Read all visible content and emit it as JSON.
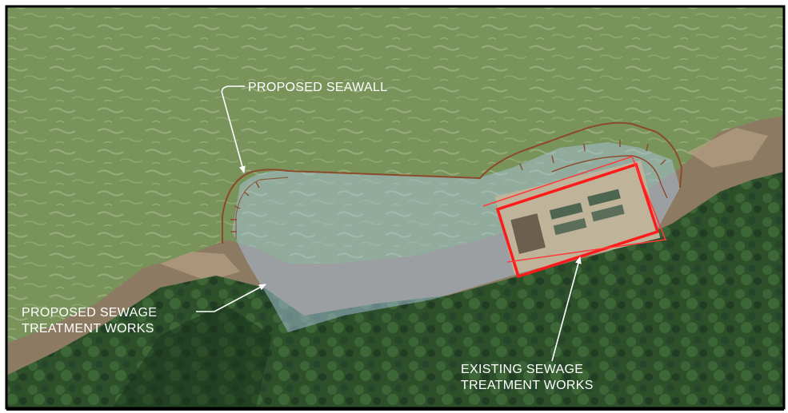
{
  "labels": {
    "proposed_seawall": "PROPOSED SEAWALL",
    "proposed_stw_line1": "PROPOSED SEWAGE",
    "proposed_stw_line2": "TREATMENT WORKS",
    "existing_stw_line1": "EXISTING SEWAGE",
    "existing_stw_line2": "TREATMENT WORKS"
  },
  "colors": {
    "sea": "#7f9a5f",
    "sea_highlight": "#c9d4b4",
    "forest": "#2c4f2a",
    "forest_dark": "#1d3a1f",
    "rock": "#8a7560",
    "proposed_area_fill": "#a9c3e0",
    "seawall_line": "#8b4a2b",
    "existing_boundary": "#ff1a1a",
    "leader_line": "#ffffff",
    "frame": "#000000"
  }
}
